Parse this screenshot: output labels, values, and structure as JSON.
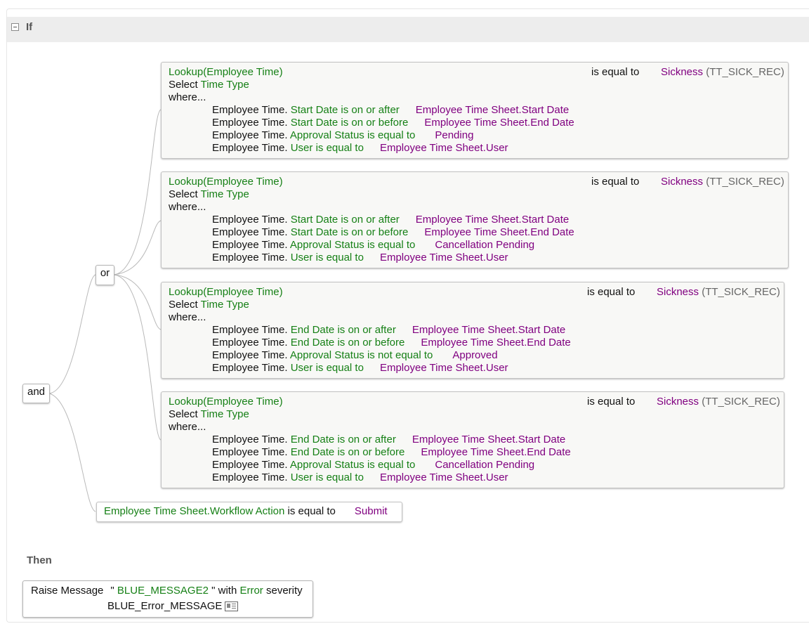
{
  "if_label": "If",
  "then_label": "Then",
  "logic": {
    "and": "and",
    "or": "or"
  },
  "conditions": [
    {
      "lookup": "Lookup(Employee Time)",
      "comparator": "is equal to",
      "value": "Sickness",
      "code": "(TT_SICK_REC)",
      "select_kw": "Select",
      "select_field": "Time Type",
      "where": "where...",
      "clauses": [
        {
          "entity": "Employee Time.",
          "field": "Start Date",
          "op": "is on or after",
          "target": "Employee Time Sheet.Start Date"
        },
        {
          "entity": "Employee Time.",
          "field": "Start Date",
          "op": "is on or before",
          "target": "Employee Time Sheet.End Date"
        },
        {
          "entity": "Employee Time.",
          "field": "Approval Status",
          "op": "is equal to",
          "target": "Pending"
        },
        {
          "entity": "Employee Time.",
          "field": "User",
          "op": "is equal to",
          "target": "Employee Time Sheet.User"
        }
      ]
    },
    {
      "lookup": "Lookup(Employee Time)",
      "comparator": "is equal to",
      "value": "Sickness",
      "code": "(TT_SICK_REC)",
      "select_kw": "Select",
      "select_field": "Time Type",
      "where": "where...",
      "clauses": [
        {
          "entity": "Employee Time.",
          "field": "Start Date",
          "op": "is on or after",
          "target": "Employee Time Sheet.Start Date"
        },
        {
          "entity": "Employee Time.",
          "field": "Start Date",
          "op": "is on or before",
          "target": "Employee Time Sheet.End Date"
        },
        {
          "entity": "Employee Time.",
          "field": "Approval Status",
          "op": "is equal to",
          "target": "Cancellation Pending"
        },
        {
          "entity": "Employee Time.",
          "field": "User",
          "op": "is equal to",
          "target": "Employee Time Sheet.User"
        }
      ]
    },
    {
      "lookup": "Lookup(Employee Time)",
      "comparator": "is equal to",
      "value": "Sickness",
      "code": "(TT_SICK_REC)",
      "select_kw": "Select",
      "select_field": "Time Type",
      "where": "where...",
      "clauses": [
        {
          "entity": "Employee Time.",
          "field": "End Date",
          "op": "is on or after",
          "target": "Employee Time Sheet.Start Date"
        },
        {
          "entity": "Employee Time.",
          "field": "End Date",
          "op": "is on or before",
          "target": "Employee Time Sheet.End Date"
        },
        {
          "entity": "Employee Time.",
          "field": "Approval Status",
          "op": "is not equal to",
          "target": "Approved"
        },
        {
          "entity": "Employee Time.",
          "field": "User",
          "op": "is equal to",
          "target": "Employee Time Sheet.User"
        }
      ]
    },
    {
      "lookup": "Lookup(Employee Time)",
      "comparator": "is equal to",
      "value": "Sickness",
      "code": "(TT_SICK_REC)",
      "select_kw": "Select",
      "select_field": "Time Type",
      "where": "where...",
      "clauses": [
        {
          "entity": "Employee Time.",
          "field": "End Date",
          "op": "is on or after",
          "target": "Employee Time Sheet.Start Date"
        },
        {
          "entity": "Employee Time.",
          "field": "End Date",
          "op": "is on or before",
          "target": "Employee Time Sheet.End Date"
        },
        {
          "entity": "Employee Time.",
          "field": "Approval Status",
          "op": "is equal to",
          "target": "Cancellation Pending"
        },
        {
          "entity": "Employee Time.",
          "field": "User",
          "op": "is equal to",
          "target": "Employee Time Sheet.User"
        }
      ]
    }
  ],
  "workflow": {
    "field": "Employee Time Sheet.Workflow Action",
    "op": "is equal to",
    "value": "Submit"
  },
  "action": {
    "prefix": "Raise Message",
    "open_quote": "\"",
    "message": "BLUE_MESSAGE2",
    "close_with": "\" with",
    "severity": "Error",
    "severity_word": "severity",
    "message_name": "BLUE_Error_MESSAGE",
    "icon": "message-card-icon"
  },
  "colors": {
    "field_green": "#168016",
    "value_purple": "#800080",
    "header_gray": "#ededed"
  }
}
